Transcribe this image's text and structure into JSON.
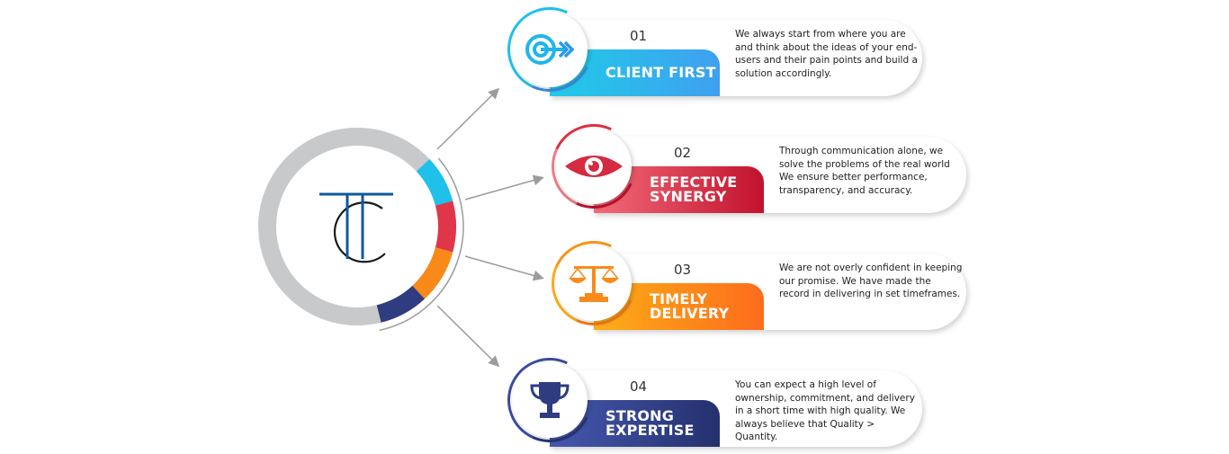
{
  "hub": {
    "logo_text": "TC",
    "colors": {
      "ring": "#c8c9cb",
      "segments": [
        "#1fc0ea",
        "#e0364a",
        "#f98a1a",
        "#2f3c80"
      ],
      "logo_blue": "#0d5a9e",
      "logo_black": "#1a1a1a"
    }
  },
  "items": [
    {
      "number": "01",
      "title_line1": "CLIENT FIRST",
      "title_line2": "",
      "icon": "target-arrow-icon",
      "color": "#1fc0ea",
      "description": "We always start from where you are and think about the ideas of your end-users and their pain points and build a solution accordingly."
    },
    {
      "number": "02",
      "title_line1": "EFFECTIVE",
      "title_line2": "SYNERGY",
      "icon": "eye-icon",
      "color": "#d0203a",
      "description": "Through communication alone, we solve the problems of the real world We ensure better performance, transparency, and accuracy."
    },
    {
      "number": "03",
      "title_line1": "TIMELY",
      "title_line2": "DELIVERY",
      "icon": "scales-icon",
      "color": "#f98a1a",
      "description": "We are not overly confident in keeping our promise. We have made the record in delivering in set timeframes."
    },
    {
      "number": "04",
      "title_line1": "STRONG",
      "title_line2": "EXPERTISE",
      "icon": "trophy-icon",
      "color": "#2f3c80",
      "description": "You can expect a high level of ownership, commitment, and delivery in a short time with high quality. We always believe that Quality > Quantity."
    }
  ]
}
